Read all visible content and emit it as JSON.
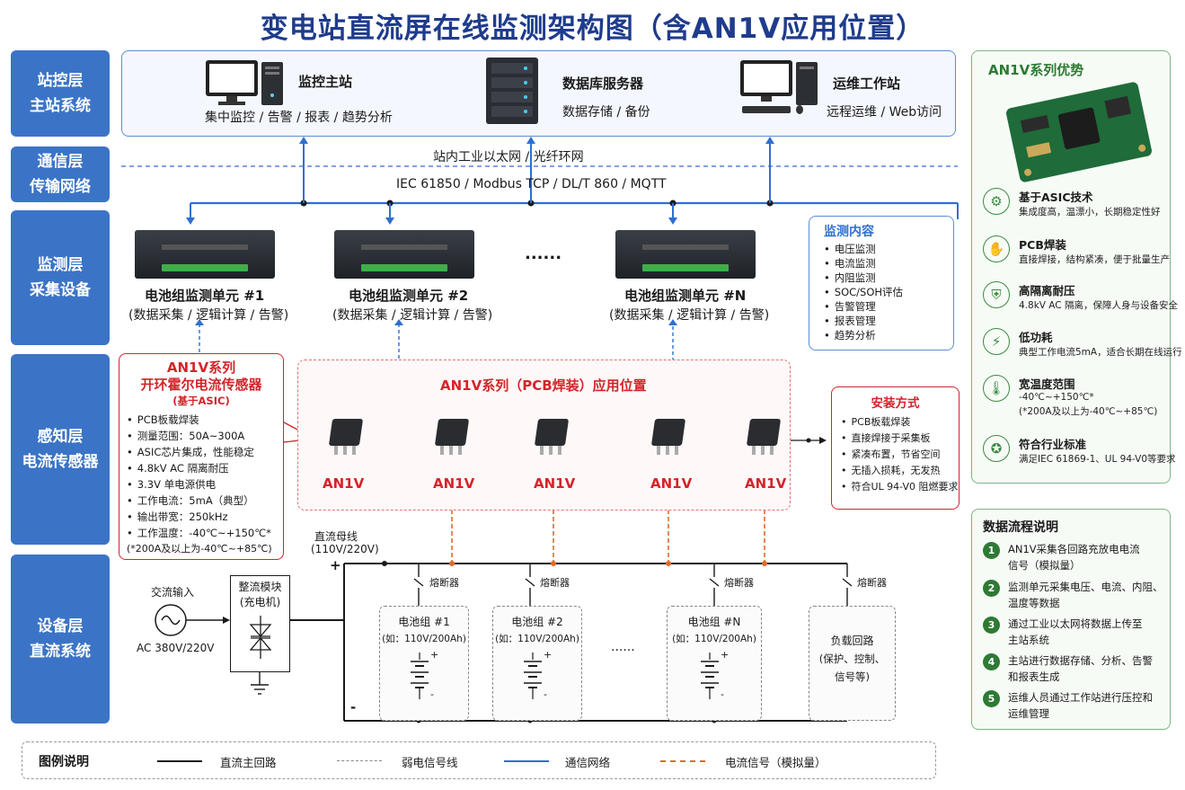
{
  "title": "变电站直流屏在线监测架构图（含AN1V应用位置）",
  "layers": {
    "station": [
      "站控层",
      "主站系统"
    ],
    "comm": [
      "通信层",
      "传输网络"
    ],
    "monitor": [
      "监测层",
      "采集设备"
    ],
    "sense": [
      "感知层",
      "电流传感器"
    ],
    "device": [
      "设备层",
      "直流系统"
    ]
  },
  "station": {
    "monitor_host": {
      "title": "监控主站",
      "desc": "集中监控 / 告警 / 报表 / 趋势分析"
    },
    "db_server": {
      "title": "数据库服务器",
      "desc": "数据存储 / 备份"
    },
    "ops_station": {
      "title": "运维工作站",
      "desc": "远程运维 / Web访问"
    }
  },
  "network": {
    "name": "站内工业以太网 / 光纤环网",
    "protocols": "IEC 61850 / Modbus TCP / DL/T 860 / MQTT"
  },
  "units": [
    {
      "name": "电池组监测单元 #1",
      "desc": "(数据采集 / 逻辑计算 / 告警)"
    },
    {
      "name": "电池组监测单元 #2",
      "desc": "(数据采集 / 逻辑计算 / 告警)"
    },
    {
      "name": "电池组监测单元 #N",
      "desc": "(数据采集 / 逻辑计算 / 告警)"
    }
  ],
  "units_ellipsis": "......",
  "monitoring_content": {
    "title": "监测内容",
    "items": [
      "电压监测",
      "电流监测",
      "内阻监测",
      "SOC/SOH评估",
      "告警管理",
      "报表管理",
      "趋势分析"
    ]
  },
  "sensor_info": {
    "title1": "AN1V系列",
    "title2": "开环霍尔电流传感器",
    "subtitle": "(基于ASIC)",
    "items": [
      "PCB板载焊装",
      "测量范围：50A~300A",
      "ASIC芯片集成，性能稳定",
      "4.8kV AC 隔离耐压",
      "3.3V 单电源供电",
      "工作电流：5mA（典型）",
      "输出带宽：250kHz",
      "工作温度：-40℃~+150℃*"
    ],
    "note": "(*200A及以上为-40℃~+85℃)"
  },
  "pcb_area": {
    "title": "AN1V系列（PCB焊装）应用位置",
    "sensor_labels": [
      "AN1V",
      "AN1V",
      "AN1V",
      "AN1V",
      "AN1V"
    ]
  },
  "install": {
    "title": "安装方式",
    "items": [
      "PCB板载焊装",
      "直接焊接于采集板",
      "紧凑布置，节省空间",
      "无插入损耗，无发热",
      "符合UL 94-V0 阻燃要求"
    ]
  },
  "advantages": {
    "title": "AN1V系列优势",
    "items": [
      {
        "icon": "gear-icon",
        "title": "基于ASIC技术",
        "desc": [
          "集成度高，温漂小，长期稳定性好"
        ]
      },
      {
        "icon": "hand-chip-icon",
        "title": "PCB焊装",
        "desc": [
          "直接焊接，结构紧凑，便于批量生产"
        ]
      },
      {
        "icon": "shield-icon",
        "title": "高隔离耐压",
        "desc": [
          "4.8kV AC 隔离，保障人身与设备安全"
        ]
      },
      {
        "icon": "lightning-icon",
        "title": "低功耗",
        "desc": [
          "典型工作电流5mA，适合长期在线运行"
        ]
      },
      {
        "icon": "thermometer-icon",
        "title": "宽温度范围",
        "desc": [
          "-40℃~+150℃*",
          "(*200A及以上为-40℃~+85℃)"
        ]
      },
      {
        "icon": "certificate-icon",
        "title": "符合行业标准",
        "desc": [
          "满足IEC 61869-1、UL 94-V0等要求"
        ]
      }
    ]
  },
  "flow": {
    "title": "数据流程说明",
    "items": [
      {
        "num": "1",
        "text": [
          "AN1V采集各回路充放电电流",
          "信号（模拟量）"
        ]
      },
      {
        "num": "2",
        "text": [
          "监测单元采集电压、电流、内阻、",
          "温度等数据"
        ]
      },
      {
        "num": "3",
        "text": [
          "通过工业以太网将数据上传至",
          "主站系统"
        ]
      },
      {
        "num": "4",
        "text": [
          "主站进行数据存储、分析、告警",
          "和报表生成"
        ]
      },
      {
        "num": "5",
        "text": [
          "运维人员通过工作站进行压控和",
          "运维管理"
        ]
      }
    ]
  },
  "dc_system": {
    "ac_input": "交流输入",
    "ac_spec": "AC 380V/220V",
    "rectifier": [
      "整流模块",
      "(充电机)"
    ],
    "bus_label": "直流母线",
    "bus_spec": "(110V/220V)",
    "plus": "+",
    "minus": "-",
    "fuse": "熔断器",
    "batteries": [
      {
        "name": "电池组 #1",
        "spec": "(如：110V/200Ah)"
      },
      {
        "name": "电池组 #2",
        "spec": "(如：110V/200Ah)"
      },
      {
        "name": "电池组 #N",
        "spec": "(如：110V/200Ah)"
      }
    ],
    "battery_ellipsis": "......",
    "load": [
      "负载回路",
      "(保护、控制、",
      "信号等)"
    ]
  },
  "legend": {
    "title": "图例说明",
    "items": [
      {
        "label": "直流主回路",
        "color": "#1a1a1a"
      },
      {
        "label": "弱电信号线",
        "color": "#888888"
      },
      {
        "label": "通信网络",
        "color": "#2f6fd0"
      },
      {
        "label": "电流信号（模拟量）",
        "color": "#e06a2c"
      }
    ]
  },
  "colors": {
    "layer": "#3b74c6",
    "comm": "#2f6fd0",
    "sensor_red": "#d4242a",
    "current_orange": "#e06a2c",
    "green": "#2e7a34"
  }
}
